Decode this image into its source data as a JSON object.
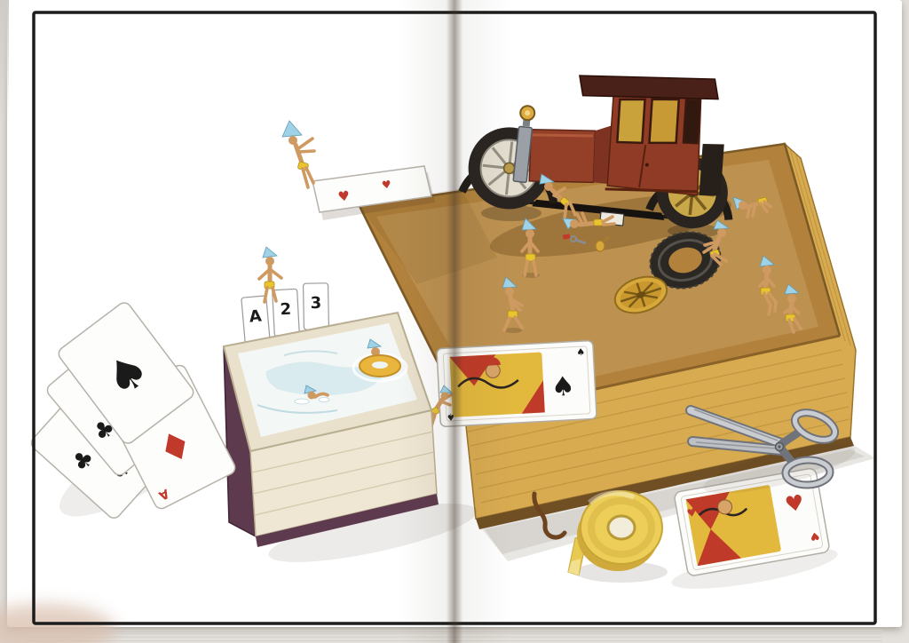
{
  "scene": {
    "type": "photographed picture-book spread",
    "subject": "Tiny elves with blue pointed hats play on giant books: repairing a vintage toy car on a big book, swimming in a pool on a smaller book, among playing cards, scissors and a roll of tape"
  },
  "palette": {
    "frame": "#1c1c1c",
    "page": "#ffffff",
    "big_book_cover": "#b2823d",
    "page_edge_gold": "#d8ab51",
    "pool_book_cover": "#5e3a4e",
    "car_body": "#8f3b26",
    "car_roof": "#4a2118",
    "elf_hat": "#9fd2e6",
    "elf_shorts": "#e9c42f",
    "card_red": "#c0392b",
    "tape_yellow": "#ecce58",
    "scissors_gray": "#c9ccd0"
  },
  "cards": {
    "lane": [
      "A",
      "2",
      "3"
    ],
    "fan": {
      "club_back_pip": "♣",
      "club_front_pip": "♣",
      "diamond_pip": "♦",
      "diamond_index": "A",
      "spade_pip": "♠"
    },
    "diving_board": {
      "pip": "♥"
    },
    "jack_of_spades": {
      "pip": "♠",
      "corner_pip": "♠"
    },
    "jack_of_hearts": {
      "pip": "♥",
      "corner_pip": "♥"
    }
  }
}
